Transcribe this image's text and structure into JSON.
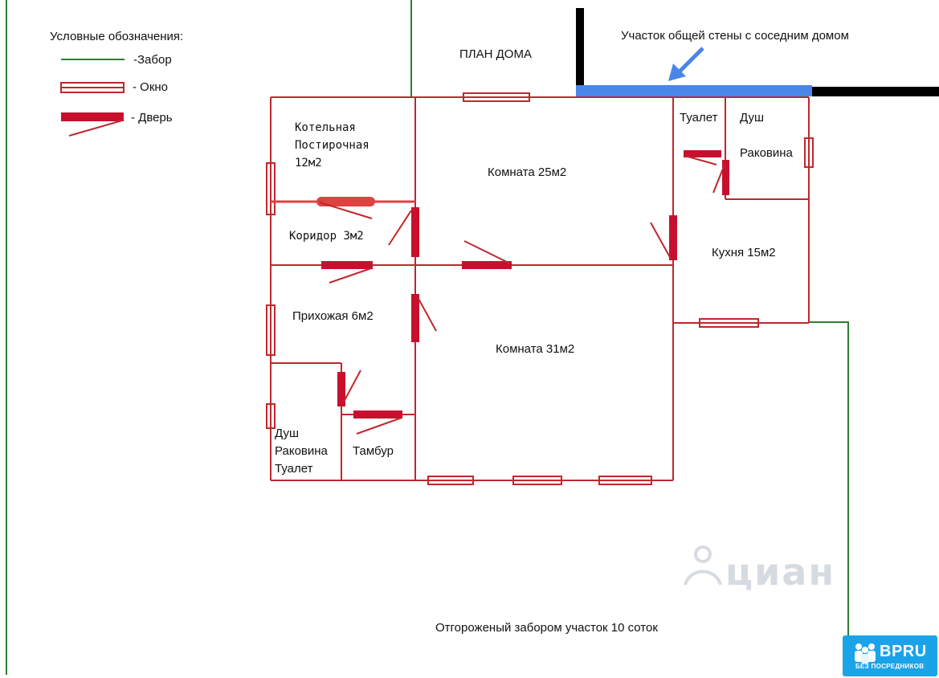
{
  "legend": {
    "title": "Условные обозначения:",
    "fence": "-Забор",
    "window": "- Окно",
    "door": "- Дверь"
  },
  "title": "ПЛАН ДОМА",
  "shared_wall_note": "Участок общей стены с соседним домом",
  "rooms": {
    "boiler": [
      "Котельная",
      "Постирочная",
      "12м2"
    ],
    "room25": "Комната 25м2",
    "toilet_top": "Туалет",
    "shower_top": "Душ",
    "sink_top": "Раковина",
    "corridor": "Коридор 3м2",
    "kitchen": "Кухня 15м2",
    "hall": "Прихожая 6м2",
    "room31": "Комната 31м2",
    "bath_left": [
      "Душ",
      "Раковина",
      "Туалет"
    ],
    "vestibule": "Тамбур"
  },
  "footer_note": "Отгороженый забором участок 10 соток",
  "logo": {
    "text": "BPRU",
    "subtitle": "БЕЗ ПОСРЕДНИКОВ"
  },
  "colors": {
    "wall": "#c0272d",
    "fence": "#2e7d32",
    "shared_wall": "#4a86e8",
    "neighbor_wall": "#000000",
    "logo_bg": "#1aa3e8"
  }
}
